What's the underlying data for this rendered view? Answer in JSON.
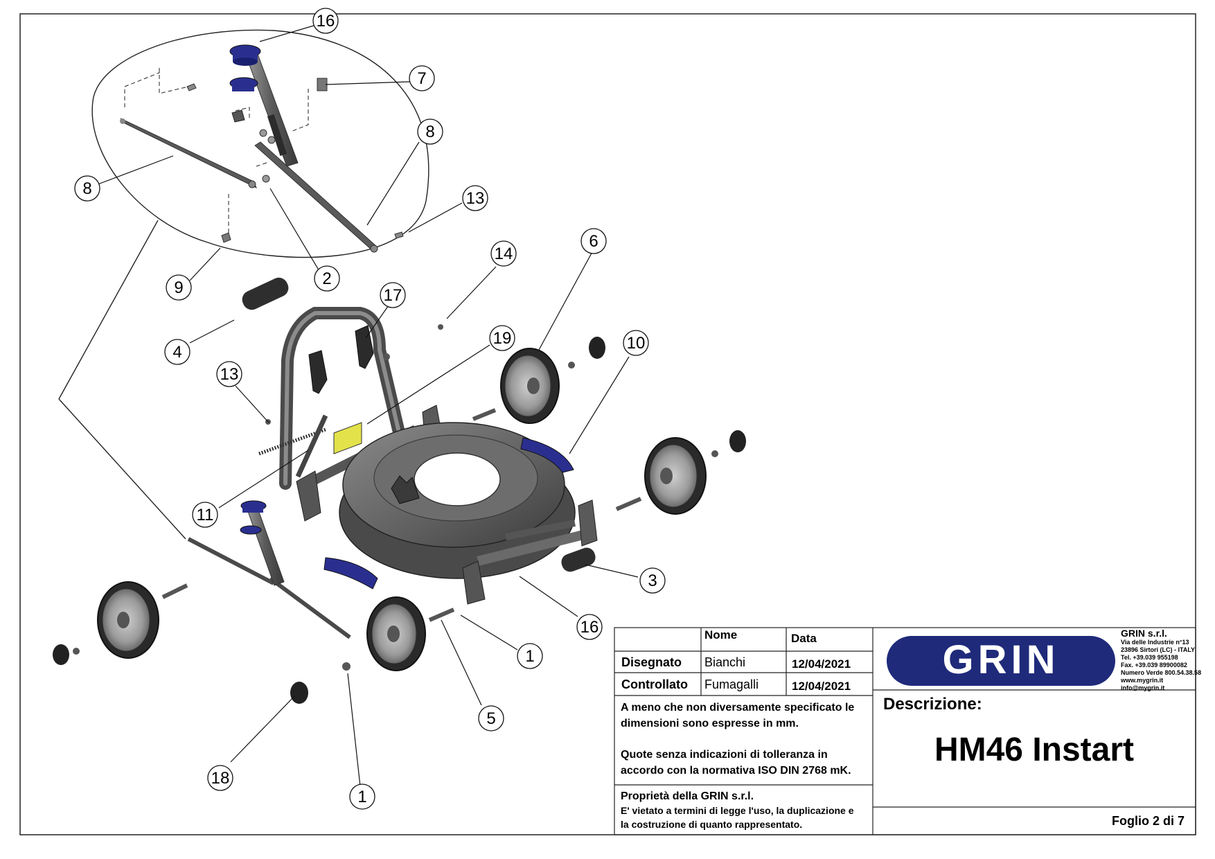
{
  "callouts": [
    {
      "n": "16"
    },
    {
      "n": "7"
    },
    {
      "n": "8"
    },
    {
      "n": "8"
    },
    {
      "n": "13"
    },
    {
      "n": "2"
    },
    {
      "n": "9"
    },
    {
      "n": "14"
    },
    {
      "n": "6"
    },
    {
      "n": "17"
    },
    {
      "n": "19"
    },
    {
      "n": "10"
    },
    {
      "n": "4"
    },
    {
      "n": "13"
    },
    {
      "n": "11"
    },
    {
      "n": "3"
    },
    {
      "n": "16"
    },
    {
      "n": "1"
    },
    {
      "n": "5"
    },
    {
      "n": "1"
    },
    {
      "n": "18"
    }
  ],
  "title_block": {
    "header_name": "Nome",
    "header_date": "Data",
    "drawn_label": "Disegnato",
    "drawn_name": "Bianchi",
    "drawn_date": "12/04/2021",
    "checked_label": "Controllato",
    "checked_name": "Fumagalli",
    "checked_date": "12/04/2021",
    "note_1_line_1": "A meno che non diversamente specificato le",
    "note_1_line_2": "dimensioni sono espresse in mm.",
    "note_2_line_1": "Quote senza indicazioni di tolleranza in",
    "note_2_line_2": "accordo con la normativa ISO DIN 2768 mK.",
    "ownership_title": "Proprietà della GRIN s.r.l.",
    "ownership_line_1": "E' vietato a termini di legge l'uso, la duplicazione e",
    "ownership_line_2": "la costruzione di quanto rappresentato.",
    "logo_text": "GRIN",
    "company_name": "GRIN s.r.l.",
    "company_address_1": "Via delle Industrie n°13",
    "company_address_2": "23896 Sirtori (LC) - ITALY",
    "company_tel": "Tel. +39.039 955198",
    "company_fax": "Fax. +39.039 89900082",
    "company_green": "Numero Verde 800.54.38.58",
    "company_web": "www.mygrin.it",
    "company_email": "info@mygrin.it",
    "description_label": "Descrizione:",
    "model": "HM46 Instart",
    "sheet_info": "Foglio 2 di 7"
  },
  "colors": {
    "part_gray": "#6a6a6a",
    "part_dark": "#3e3e3e",
    "handle_blue": "#2a2f8f",
    "label_yellow": "#e3e24a",
    "logo_blue": "#1f2a7a"
  }
}
